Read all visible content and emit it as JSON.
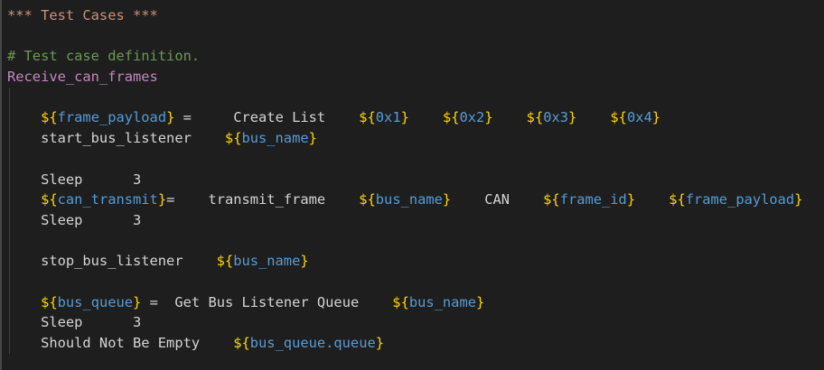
{
  "editor": {
    "language": "robotframework",
    "background": "#1e1e1e",
    "colors": {
      "default": "#d4d4d4",
      "section": "#ce9178",
      "comment": "#6a9955",
      "testcase": "#c586c0",
      "brace": "#ffd700",
      "variable": "#569cd6",
      "indent_guide": "#404040",
      "window_edge": "#474747"
    },
    "lines": [
      {
        "segments": [
          {
            "c": "section",
            "t": "*** Test Cases ***"
          }
        ]
      },
      {
        "segments": []
      },
      {
        "segments": [
          {
            "c": "comment",
            "t": "# Test case definition."
          }
        ]
      },
      {
        "segments": [
          {
            "c": "testcase",
            "t": "Receive_can_frames"
          }
        ]
      },
      {
        "segments": []
      },
      {
        "segments": [
          {
            "c": "default",
            "t": "    "
          },
          {
            "c": "brace",
            "t": "${"
          },
          {
            "c": "variable",
            "t": "frame_payload"
          },
          {
            "c": "brace",
            "t": "}"
          },
          {
            "c": "default",
            "t": " =     Create List    "
          },
          {
            "c": "brace",
            "t": "${"
          },
          {
            "c": "variable",
            "t": "0x1"
          },
          {
            "c": "brace",
            "t": "}"
          },
          {
            "c": "default",
            "t": "    "
          },
          {
            "c": "brace",
            "t": "${"
          },
          {
            "c": "variable",
            "t": "0x2"
          },
          {
            "c": "brace",
            "t": "}"
          },
          {
            "c": "default",
            "t": "    "
          },
          {
            "c": "brace",
            "t": "${"
          },
          {
            "c": "variable",
            "t": "0x3"
          },
          {
            "c": "brace",
            "t": "}"
          },
          {
            "c": "default",
            "t": "    "
          },
          {
            "c": "brace",
            "t": "${"
          },
          {
            "c": "variable",
            "t": "0x4"
          },
          {
            "c": "brace",
            "t": "}"
          }
        ]
      },
      {
        "segments": [
          {
            "c": "default",
            "t": "    start_bus_listener    "
          },
          {
            "c": "brace",
            "t": "${"
          },
          {
            "c": "variable",
            "t": "bus_name"
          },
          {
            "c": "brace",
            "t": "}"
          }
        ]
      },
      {
        "segments": []
      },
      {
        "segments": [
          {
            "c": "default",
            "t": "    Sleep      3"
          }
        ]
      },
      {
        "segments": [
          {
            "c": "default",
            "t": "    "
          },
          {
            "c": "brace",
            "t": "${"
          },
          {
            "c": "variable",
            "t": "can_transmit"
          },
          {
            "c": "brace",
            "t": "}"
          },
          {
            "c": "default",
            "t": "=    transmit_frame    "
          },
          {
            "c": "brace",
            "t": "${"
          },
          {
            "c": "variable",
            "t": "bus_name"
          },
          {
            "c": "brace",
            "t": "}"
          },
          {
            "c": "default",
            "t": "    CAN    "
          },
          {
            "c": "brace",
            "t": "${"
          },
          {
            "c": "variable",
            "t": "frame_id"
          },
          {
            "c": "brace",
            "t": "}"
          },
          {
            "c": "default",
            "t": "    "
          },
          {
            "c": "brace",
            "t": "${"
          },
          {
            "c": "variable",
            "t": "frame_payload"
          },
          {
            "c": "brace",
            "t": "}"
          }
        ]
      },
      {
        "segments": [
          {
            "c": "default",
            "t": "    Sleep      3"
          }
        ]
      },
      {
        "segments": []
      },
      {
        "segments": [
          {
            "c": "default",
            "t": "    stop_bus_listener    "
          },
          {
            "c": "brace",
            "t": "${"
          },
          {
            "c": "variable",
            "t": "bus_name"
          },
          {
            "c": "brace",
            "t": "}"
          }
        ]
      },
      {
        "segments": []
      },
      {
        "segments": [
          {
            "c": "default",
            "t": "    "
          },
          {
            "c": "brace",
            "t": "${"
          },
          {
            "c": "variable",
            "t": "bus_queue"
          },
          {
            "c": "brace",
            "t": "}"
          },
          {
            "c": "default",
            "t": " =  Get Bus Listener Queue    "
          },
          {
            "c": "brace",
            "t": "${"
          },
          {
            "c": "variable",
            "t": "bus_name"
          },
          {
            "c": "brace",
            "t": "}"
          }
        ]
      },
      {
        "segments": [
          {
            "c": "default",
            "t": "    Sleep      3"
          }
        ]
      },
      {
        "segments": [
          {
            "c": "default",
            "t": "    Should Not Be Empty    "
          },
          {
            "c": "brace",
            "t": "${"
          },
          {
            "c": "variable",
            "t": "bus_queue.queue"
          },
          {
            "c": "brace",
            "t": "}"
          }
        ]
      }
    ]
  }
}
